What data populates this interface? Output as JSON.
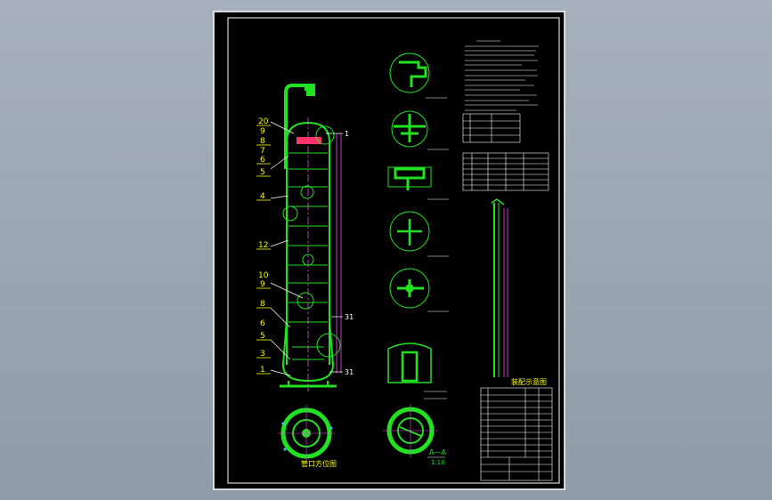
{
  "colors": {
    "viewport": "#9aa6b3",
    "sheet": "#000000",
    "border": "#ffffff",
    "equipment": "#22e022",
    "centerline": "#ff44ff",
    "leader": "#ffffff",
    "callout": "#ffff00",
    "dimension": "#33ccff",
    "highlight": "#ff3366"
  },
  "part_numbers": {
    "n20": "20",
    "n19": "9",
    "n18": "8",
    "n17": "7",
    "n16": "6",
    "n15": "5",
    "n14": "4",
    "n12": "12",
    "n10": "10",
    "n9": "9",
    "n8": "8",
    "n6": "6",
    "n5": "5",
    "n3": "3",
    "n1": "1",
    "r1": "1",
    "r2": "31",
    "r3": "31"
  },
  "view_labels": {
    "section_aa": "A—A",
    "section_aa_scale": "1:10",
    "nozzle_layout": "管口方位图",
    "assembly_view": "装配示意图"
  }
}
